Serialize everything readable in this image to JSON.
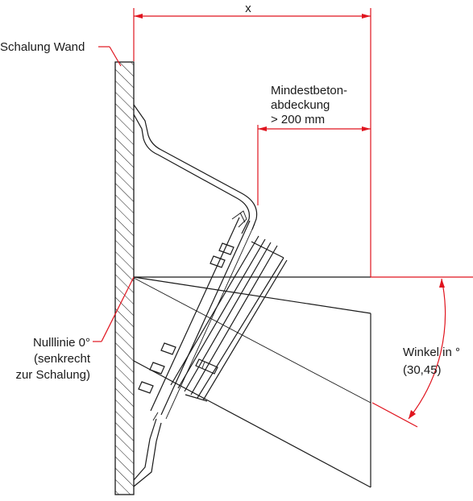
{
  "labels": {
    "x": "x",
    "formwork": "Schalung Wand",
    "min_cover_1": "Mindestbeton-",
    "min_cover_2": "abdeckung",
    "min_cover_3": "> 200 mm",
    "zero_line_1": "Nulllinie 0°",
    "zero_line_2": "(senkrecht",
    "zero_line_3": "zur Schalung)",
    "angle_1": "Winkel in °",
    "angle_2": "(30,45)"
  },
  "colors": {
    "dimension": "#e0141e",
    "drawing": "#1a1a1a"
  }
}
